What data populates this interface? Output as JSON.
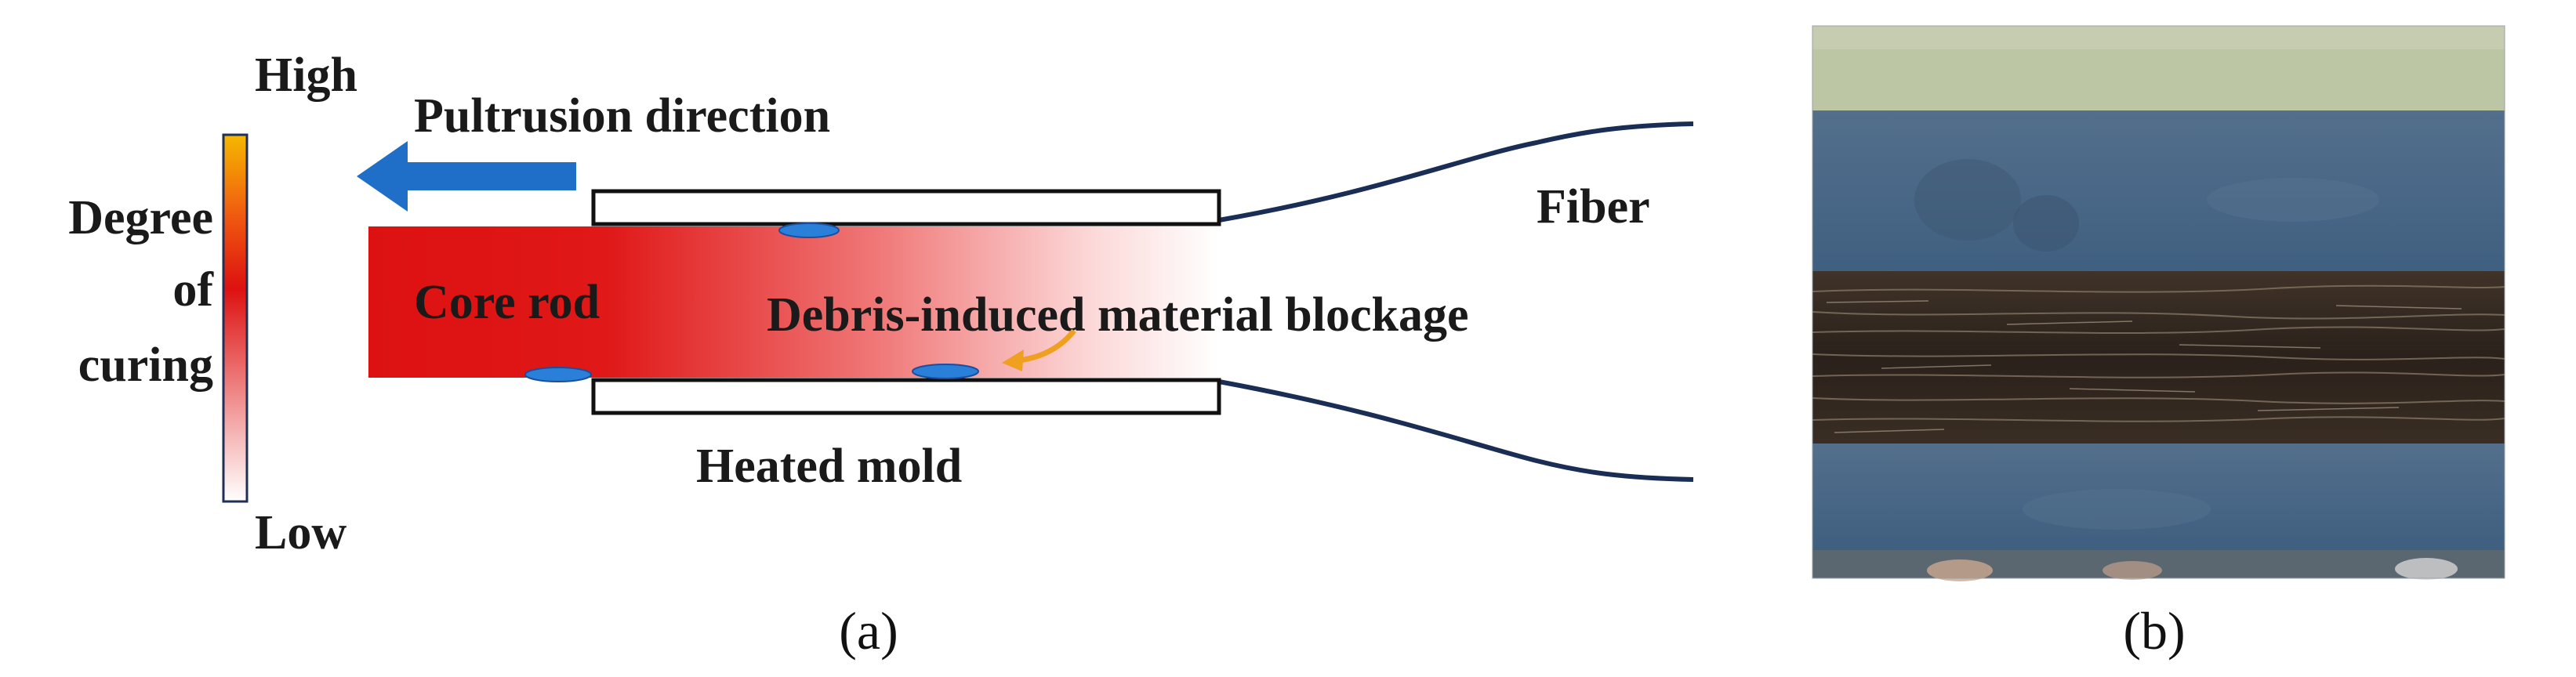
{
  "panel_a": {
    "caption": "(a)",
    "scale": {
      "high": "High",
      "low": "Low",
      "title_lines": [
        "Degree",
        "of",
        "curing"
      ]
    },
    "direction_label": "Pultrusion direction",
    "fiber_label": "Fiber",
    "core_rod_label": "Core rod",
    "blockage_label": "Debris-induced material blockage",
    "mold_label": "Heated mold",
    "colors": {
      "scale_high": "#f5b800",
      "scale_mid": "#dd1111",
      "scale_low": "#ffffff",
      "core_rod": "#dd1111",
      "arrow": "#1f6fc8",
      "debris": "#2a7fd8",
      "debris_arrow": "#f0a020",
      "fiber": "#1a2d55"
    }
  },
  "panel_b": {
    "caption": "(b)",
    "photo": "photograph of pultruded rod with blockage between mold plates",
    "colors": {
      "mold_plate": "#47698a",
      "rod": "#2f2620",
      "background": "#b9c3a3"
    }
  }
}
